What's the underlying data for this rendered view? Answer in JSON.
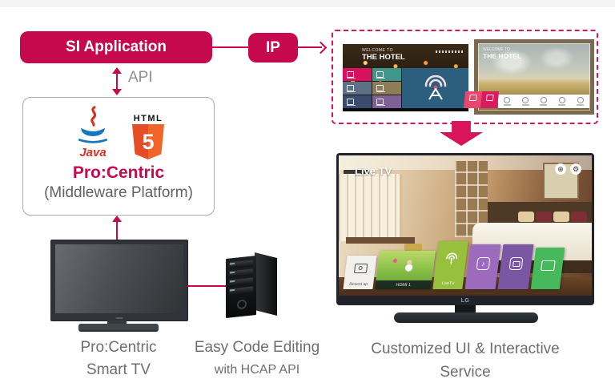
{
  "header": {
    "si_label": "SI Application",
    "ip_label": "IP",
    "api_label": "API"
  },
  "middleware": {
    "java_label": "Java",
    "html_label": "HTML",
    "html5_digit": "5",
    "platform_name": "Pro:Centric",
    "platform_subtitle": "(Middleware Platform)"
  },
  "previews": {
    "screen1": {
      "welcome": "WELCOME TO",
      "hotel_name": "THE HOTEL",
      "tile_colors": [
        "#D8115F",
        "#41968B",
        "#5E7085",
        "#8D7C58",
        "#3A4B70",
        "#7F6097"
      ],
      "panel_color": "#2C5F7E"
    },
    "screen2": {
      "welcome": "WELCOME TO",
      "hotel_name": "THE HOTEL",
      "accent_tile_colors": [
        "#E8476F",
        "#D81B5E"
      ]
    }
  },
  "smart_tv_screen": {
    "live_badge": "Live TV",
    "brand_logo": "LG",
    "tiles": {
      "recent_label": "Recent ap",
      "hdmi_label": "HDMI 1",
      "livetv_label": "LiveTV",
      "recent_color": "#F2F0EC",
      "livetv_color": "#97C13C",
      "music_color": "#9C6BBE",
      "apps_color": "#7B57A3",
      "tv_color": "#45B95C"
    }
  },
  "captions": {
    "smart_tv_line1": "Pro:Centric",
    "smart_tv_line2": "Smart TV",
    "easy_code_line1": "Easy Code Editing",
    "easy_code_line2": "with HCAP API",
    "customized_line1": "Customized UI & Interactive",
    "customized_line2": "Service"
  },
  "colors": {
    "brand_red": "#C5094C",
    "dashed_red": "#D9145B",
    "procentric_red": "#C70A50",
    "java_red": "#E02D1F",
    "java_blue": "#1878BE",
    "html5_orange": "#E44D26",
    "gray_text": "#6B6F72"
  }
}
